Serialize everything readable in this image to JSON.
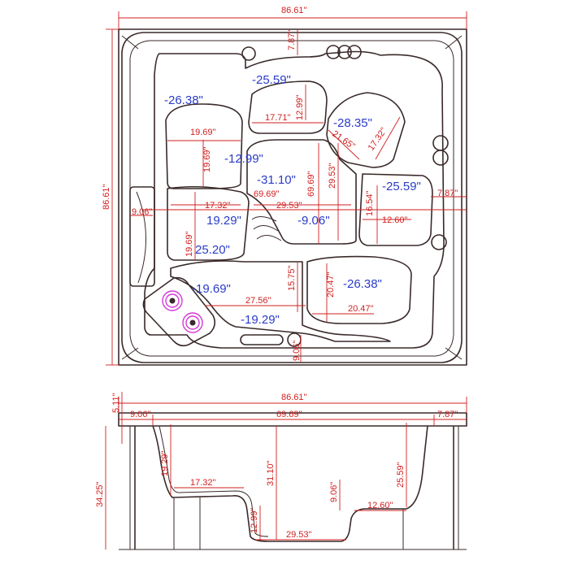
{
  "colors": {
    "dimension": "#d21f1f",
    "depth_label": "#2a3cc8",
    "outline": "#3a2a2a",
    "jets": "#d43ad8"
  },
  "top_view": {
    "overall_width": "86.61\"",
    "overall_depth": "86.61\"",
    "dims": {
      "d7_87_top": "7.87\"",
      "d12_99": "12.99\"",
      "d17_71": "17.71\"",
      "d19_69_a": "19.69\"",
      "d19_69_b": "19.69\"",
      "d21_65": "21.65\"",
      "d17_32_r": "17.32\"",
      "d69_69": "69.69\"",
      "d29_53_v": "29.53\"",
      "d17_32_l": "17.32\"",
      "d69_69_h": "69.69\"",
      "d29_53_h": "29.53\"",
      "d16_54": "16.54\"",
      "d7_87_right": "7.87\"",
      "d9_06_left": "9.06\"",
      "d12_60": "12.60\"",
      "d19_69_c": "19.69\"",
      "d15_75": "15.75\"",
      "d20_47_v": "20.47\"",
      "d27_56": "27.56\"",
      "d20_47_h": "20.47\"",
      "d9_06_bottom": "9.06\""
    },
    "depths": {
      "seat_top_left": "-26.38\"",
      "seat_top_center": "-25.59\"",
      "seat_top_right": "-28.35\"",
      "center_a": "-12.99\"",
      "center_b": "-31.10\"",
      "center_c": "-9.06\"",
      "seat_right": "-25.59\"",
      "seat_left_a": "19.29\"",
      "seat_left_b": "25.20\"",
      "seat_bottom_right": "-26.38\"",
      "bottom_a": "-19.69\"",
      "bottom_b": "-19.29\""
    }
  },
  "side_view": {
    "overall_width": "86.61\"",
    "rim_height": "5.11\"",
    "total_height": "34.25\"",
    "left_wall": "9.06\"",
    "inner_width": "69.69\"",
    "right_wall": "7.87\"",
    "seat_left_height": "19.29\"",
    "seat_left_depth": "17.32\"",
    "center_depth": "31.10\"",
    "footwell_height": "12.99\"",
    "footwell_width": "29.53\"",
    "step_height": "9.06\"",
    "step_width": "12.60\"",
    "seat_right_height": "25.59\""
  }
}
